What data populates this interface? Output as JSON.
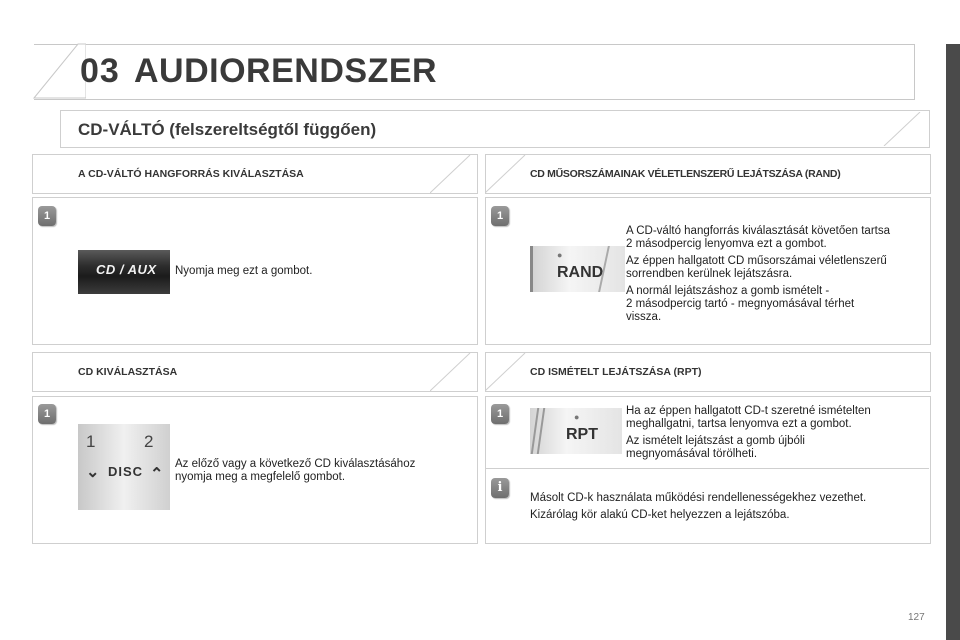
{
  "header": {
    "chapter_number": "03",
    "chapter_title": "AUDIORENDSZER"
  },
  "section": {
    "title": "CD-VÁLTÓ (felszereltségtől függően)"
  },
  "left_column": {
    "block1": {
      "subtitle": "A CD-VÁLTÓ HANGFORRÁS KIVÁLASZTÁSA",
      "step_number": "1",
      "button_image_text": "CD / AUX",
      "text": "Nyomja meg ezt a gombot."
    },
    "block2": {
      "subtitle": "CD KIVÁLASZTÁSA",
      "step_number": "1",
      "button_image_labels": {
        "left_num": "1",
        "right_num": "2",
        "word": "DISC"
      },
      "text_line1": "Az előző vagy a következő CD kiválasztásához",
      "text_line2": "nyomja meg a megfelelő gombot."
    }
  },
  "right_column": {
    "block1": {
      "subtitle": "CD MŰSORSZÁMAINAK VÉLETLENSZERŰ LEJÁTSZÁSA (RAND)",
      "step_number": "1",
      "button_image_text": "RAND",
      "paragraphs": [
        [
          "A CD-váltó hangforrás kiválasztását követően tartsa",
          "2 másodpercig lenyomva ezt a gombot."
        ],
        [
          "Az éppen hallgatott CD műsorszámai véletlenszerű",
          "sorrendben kerülnek lejátszásra."
        ],
        [
          "A normál lejátszáshoz a gomb ismételt -",
          "2 másodpercig tartó - megnyomásával térhet",
          "vissza."
        ]
      ]
    },
    "block2": {
      "subtitle": "CD ISMÉTELT LEJÁTSZÁSA (RPT)",
      "step_number": "1",
      "button_image_text": "RPT",
      "paragraphs": [
        [
          "Ha az éppen hallgatott CD-t szeretné ismételten",
          "meghallgatni, tartsa lenyomva ezt a gombot."
        ],
        [
          "Az ismételt lejátszást a gomb újbóli",
          "megnyomásával törölheti."
        ]
      ]
    },
    "info": {
      "icon_glyph": "i",
      "line1": "Másolt CD-k használata működési rendellenességekhez vezethet.",
      "line2": "Kizárólag kör alakú CD-ket helyezzen a lejátszóba."
    }
  },
  "footer": {
    "page_number": "127"
  },
  "colors": {
    "sidebar": "#4a4a4a",
    "border": "#cfcfcf",
    "title_text": "#3a3a3a"
  }
}
